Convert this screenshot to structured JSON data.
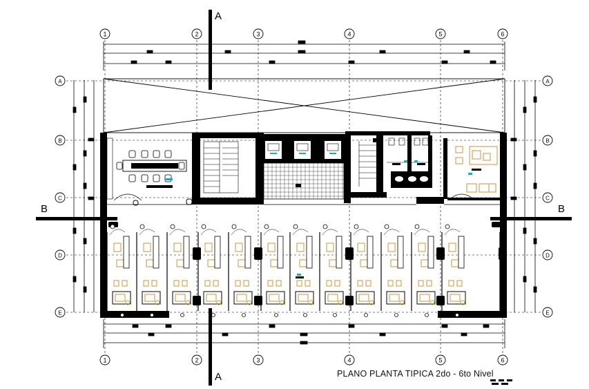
{
  "drawing": {
    "title": "PLANO PLANTA TIPICA 2do - 6to Nivel",
    "section_marks": {
      "vertical": "A",
      "horizontal": "B"
    },
    "grid_columns": [
      "1",
      "2",
      "3",
      "4",
      "5",
      "6"
    ],
    "grid_rows": [
      "A",
      "B",
      "C",
      "D",
      "E"
    ]
  },
  "colors": {
    "ink": "#000000",
    "furniture": "#c8963c",
    "accent": "#2aa6b8",
    "paper": "#ffffff"
  }
}
